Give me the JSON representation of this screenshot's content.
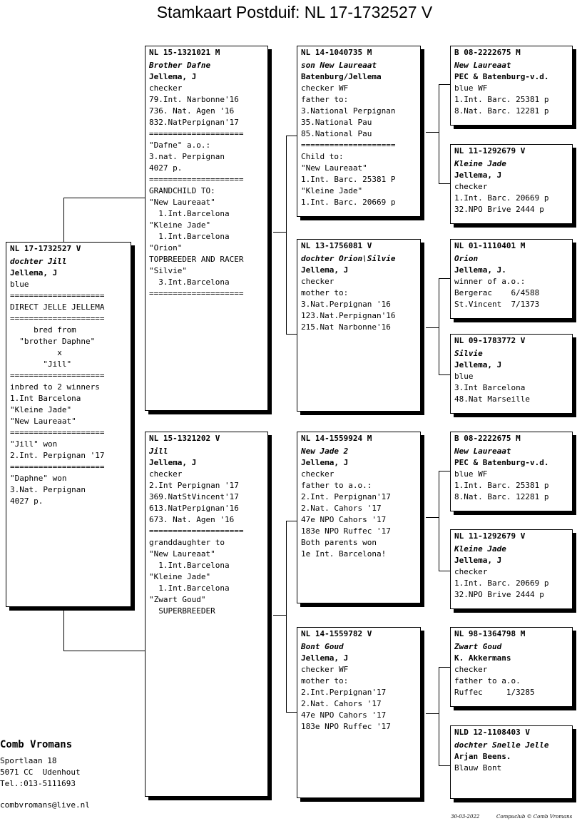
{
  "title": "Stamkaart Postduif: NL  17-1732527 V",
  "cards": {
    "subject": {
      "ring": "NL  17-1732527 V",
      "lines": [
        "dochter Jill",
        "Jellema, J",
        "blue",
        "====================",
        "DIRECT JELLE JELLEMA",
        "====================",
        "     bred from",
        "  \"brother Daphne\"",
        "          x",
        "       \"Jill\"",
        "====================",
        "inbred to 2 winners",
        "1.Int Barcelona",
        "\"Kleine Jade\"",
        "\"New Laureaat\"",
        "====================",
        "\"Jill\" won",
        "2.Int. Perpignan '17",
        "====================",
        "\"Daphne\" won",
        "3.Nat. Perpignan",
        "4027 p."
      ]
    },
    "sire": {
      "ring": "NL  15-1321021 M",
      "lines": [
        "Brother Dafne",
        "Jellema, J",
        "checker",
        "79.Int. Narbonne'16",
        "736. Nat. Agen '16",
        "832.NatPerpignan'17",
        "====================",
        "\"Dafne\" a.o.:",
        "3.nat. Perpignan",
        "4027 p.",
        "====================",
        "GRANDCHILD TO:",
        "\"New Laureaat\"",
        "  1.Int.Barcelona",
        "\"Kleine Jade\"",
        "  1.Int.Barcelona",
        "\"Orion\"",
        "TOPBREEDER AND RACER",
        "\"Silvie\"",
        "  3.Int.Barcelona",
        "===================="
      ]
    },
    "dam": {
      "ring": "NL  15-1321202 V",
      "lines": [
        "Jill",
        "Jellema, J",
        "checker",
        "2.Int Perpignan '17",
        "369.NatStVincent'17",
        "613.NatPerpignan'16",
        "673. Nat. Agen '16",
        "====================",
        "granddaughter to",
        "\"New Laureaat\"",
        "  1.Int.Barcelona",
        "\"Kleine Jade\"",
        "  1.Int.Barcelona",
        "\"Zwart Goud\"",
        "  SUPERBREEDER"
      ]
    },
    "ss": {
      "ring": "NL  14-1040735 M",
      "lines": [
        "son New Laureaat",
        "Batenburg/Jellema",
        "checker WF",
        "father to:",
        "3.National Perpignan",
        "35.National Pau",
        "85.National Pau",
        "====================",
        "Child to:",
        "\"New Laureaat\"",
        "1.Int. Barc. 25381 P",
        "\"Kleine Jade\"",
        "1.Int. Barc. 20669 p"
      ]
    },
    "sd": {
      "ring": "NL  13-1756081 V",
      "lines": [
        "dochter Orion\\Silvie",
        "Jellema, J",
        "checker",
        "mother to:",
        "3.Nat.Perpignan '16",
        "123.Nat.Perpignan'16",
        "215.Nat Narbonne'16"
      ]
    },
    "ds": {
      "ring": "NL  14-1559924 M",
      "lines": [
        "New Jade 2",
        "Jellema, J",
        "checker",
        "father to a.o.:",
        "2.Int. Perpignan'17",
        "2.Nat. Cahors '17",
        "47e NPO Cahors '17",
        "183e NPO Ruffec '17",
        "Both parents won",
        "1e Int. Barcelona!"
      ]
    },
    "dd": {
      "ring": "NL  14-1559782 V",
      "lines": [
        "Bont Goud",
        "Jellema, J",
        "checker WF",
        "mother to:",
        "2.Int.Perpignan'17",
        "2.Nat. Cahors '17",
        "47e NPO Cahors '17",
        "183e NPO Ruffec '17"
      ]
    },
    "sss": {
      "ring": "B    08-2222675 M",
      "lines": [
        "New Laureaat",
        "PEC & Batenburg-v.d.",
        "blue WF",
        "1.Int. Barc. 25381 p",
        "8.Nat. Barc. 12281 p"
      ]
    },
    "ssd": {
      "ring": "NL  11-1292679 V",
      "lines": [
        "Kleine Jade",
        "Jellema, J",
        "checker",
        "1.Int. Barc. 20669 p",
        "32.NPO Brive 2444 p"
      ]
    },
    "sds": {
      "ring": "NL  01-1110401 M",
      "lines": [
        "Orion",
        "Jellema, J.",
        "winner of a.o.:",
        "Bergerac    6/4588",
        "St.Vincent  7/1373"
      ]
    },
    "sdd": {
      "ring": "NL  09-1783772 V",
      "lines": [
        "Silvie",
        "Jellema, J",
        "blue",
        "3.Int Barcelona",
        "48.Nat Marseille"
      ]
    },
    "dss": {
      "ring": "B    08-2222675 M",
      "lines": [
        "New Laureaat",
        "PEC & Batenburg-v.d.",
        "blue WF",
        "1.Int. Barc. 25381 p",
        "8.Nat. Barc. 12281 p"
      ]
    },
    "dsd": {
      "ring": "NL  11-1292679 V",
      "lines": [
        "Kleine Jade",
        "Jellema, J",
        "checker",
        "1.Int. Barc. 20669 p",
        "32.NPO Brive 2444 p"
      ]
    },
    "dds": {
      "ring": "NL  98-1364798 M",
      "lines": [
        "Zwart Goud",
        "K. Akkermans",
        "checker",
        "father to a.o.",
        "Ruffec     1/3285"
      ]
    },
    "ddd": {
      "ring": "NLD 12-1108403 V",
      "lines": [
        "dochter Snelle Jelle",
        "Arjan Beens.",
        "Blauw Bont"
      ]
    }
  },
  "owner": {
    "name": "Comb Vromans",
    "address1": "Sportlaan 18",
    "address2": "5071 CC  Udenhout",
    "phone": "Tel.:013-5111693",
    "email": "combvromans@live.nl"
  },
  "footer": {
    "date": "30-03-2022",
    "credit": "Compuclub © Comb Vromans"
  }
}
